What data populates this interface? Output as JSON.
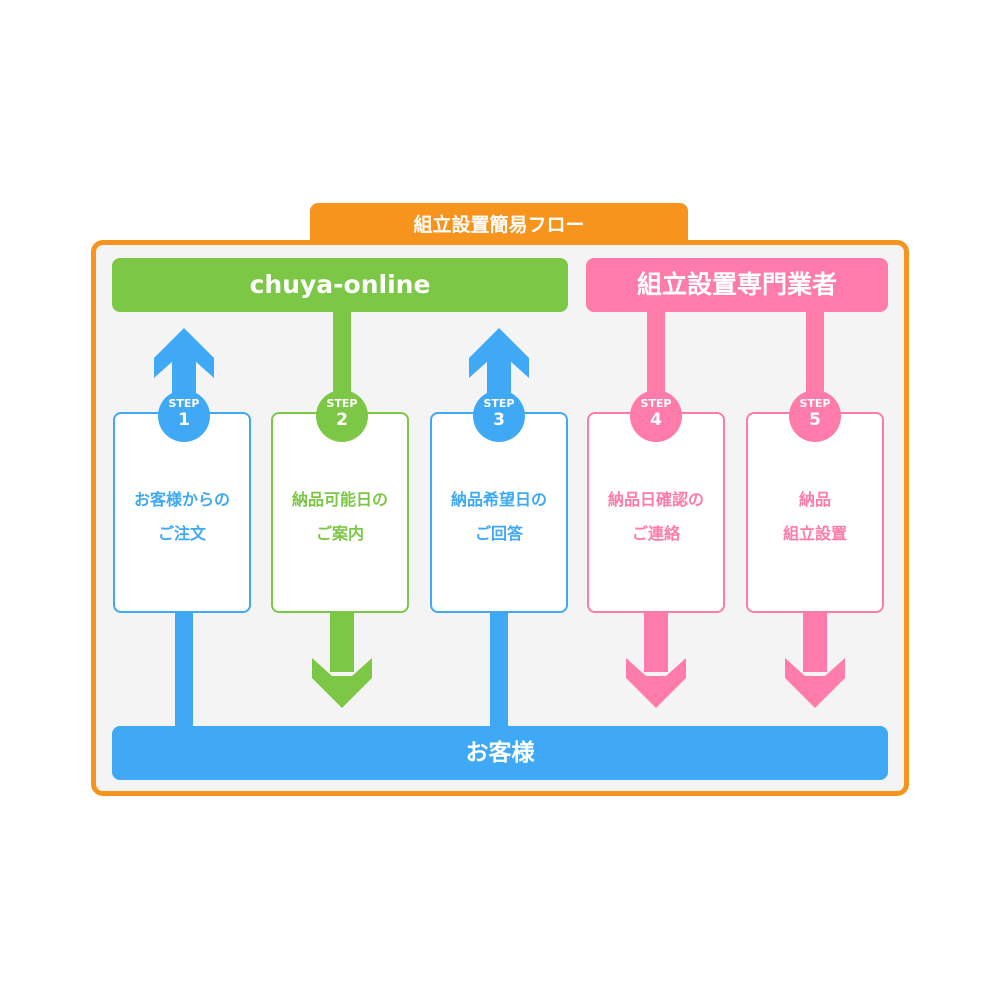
{
  "title": "組立設置簡易フロー",
  "bars": {
    "top_left": "chuya-online",
    "top_right": "組立設置専門業者",
    "bottom": "お客様"
  },
  "steps": [
    {
      "label": "STEP",
      "number": "1",
      "line1": "お客様からの",
      "line2": "ご注文",
      "color": "#3FA9F5"
    },
    {
      "label": "STEP",
      "number": "2",
      "line1": "納品可能日の",
      "line2": "ご案内",
      "color": "#7CC846"
    },
    {
      "label": "STEP",
      "number": "3",
      "line1": "納品希望日の",
      "line2": "ご回答",
      "color": "#3FA9F5"
    },
    {
      "label": "STEP",
      "number": "4",
      "line1": "納品日確認の",
      "line2": "ご連絡",
      "color": "#FF7BAA"
    },
    {
      "label": "STEP",
      "number": "5",
      "line1": "納品",
      "line2": "組立設置",
      "color": "#FF7BAA"
    }
  ],
  "colors": {
    "orange": "#F7941D",
    "green": "#7CC846",
    "pink": "#FF7BAA",
    "blue": "#3FA9F5"
  }
}
